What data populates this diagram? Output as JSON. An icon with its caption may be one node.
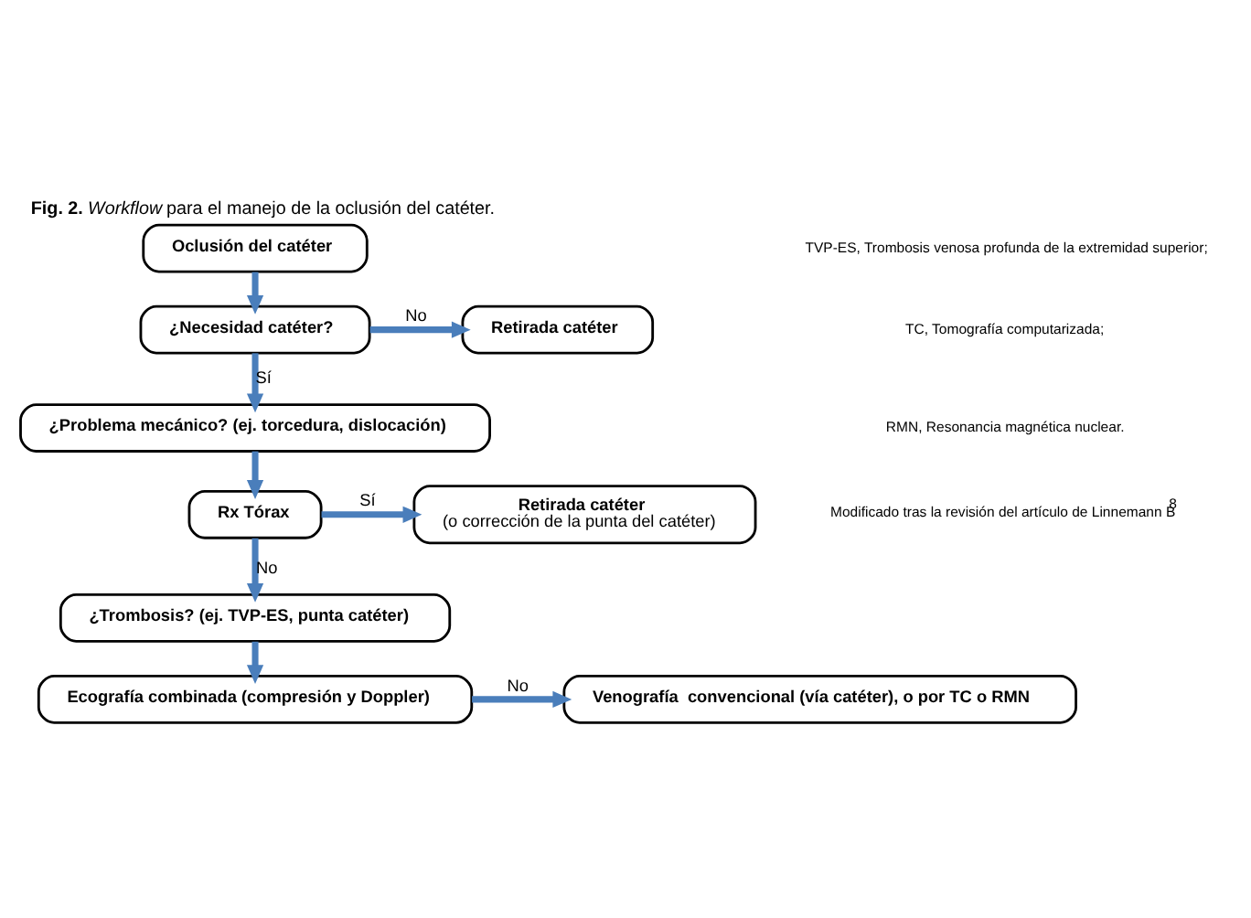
{
  "diagram": {
    "caption": "**Fig. 2.** *Workflow* para el manejo de la oclusión del catéter.",
    "nodes": [
      {
        "text": [
          "Oclusión del catéter"
        ]
      },
      {
        "text": [
          "¿Necesidad catéter?"
        ]
      },
      {
        "text": [
          "Retirada catéter"
        ]
      },
      {
        "text": [
          "¿Problema mecánico? (ej. torcedura, dislocación)"
        ]
      },
      {
        "text": [
          "Rx Tórax"
        ]
      },
      {
        "text": [
          "Retirada catéter",
          "(o corrección de la punta del catéter)"
        ]
      },
      {
        "text": [
          "¿Trombosis? (ej. TVP-ES, punta catéter)"
        ]
      },
      {
        "text": [
          "Ecografía combinada (compresión y Doppler)"
        ]
      },
      {
        "text": [
          "Venografía  convencional (vía catéter), o por TC o RMN"
        ]
      }
    ],
    "edges": [
      {
        "from": 0,
        "to": 1,
        "arrow": "to"
      },
      {
        "from": 1,
        "to": 2,
        "label": "No",
        "arrow": "to"
      },
      {
        "from": 1,
        "to": 3,
        "label": "Sí",
        "arrow": "to"
      },
      {
        "from": 3,
        "to": 4,
        "arrow": "to"
      },
      {
        "from": 4,
        "to": 5,
        "label": "Sí",
        "arrow": "to"
      },
      {
        "from": 4,
        "to": 6,
        "label": "No",
        "arrow": "to"
      },
      {
        "from": 6,
        "to": 7,
        "arrow": "to"
      },
      {
        "from": 7,
        "to": 8,
        "label": "No",
        "arrow": "to"
      }
    ],
    "labels": [
      "TVP-ES, Trombosis venosa profunda de la extremidad superior;",
      "TC, Tomografía computarizada;",
      "RMN, Resonancia magnética nuclear.",
      "Modificado tras la revisión del artículo de Linnemann B$^{8}$"
    ]
  }
}
